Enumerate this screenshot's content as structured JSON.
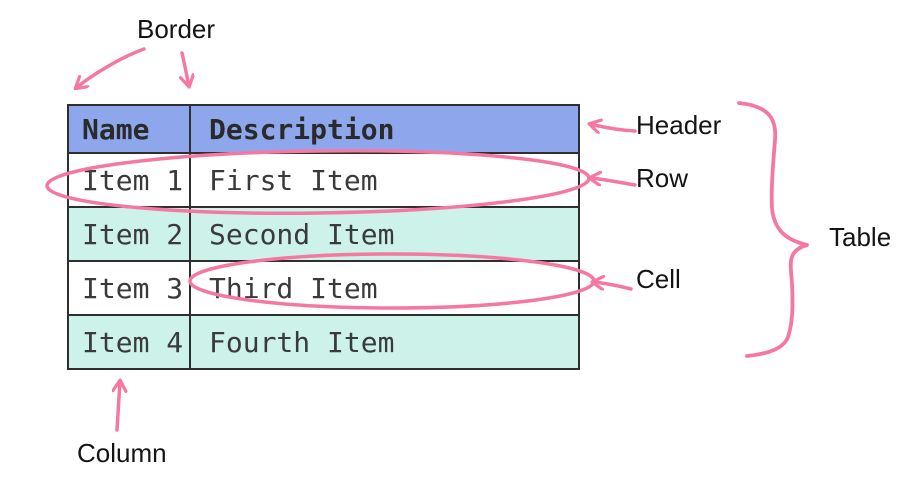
{
  "table": {
    "headers": [
      {
        "label": "Name"
      },
      {
        "label": "Description"
      }
    ],
    "rows": [
      {
        "name": "Item 1",
        "description": "First Item"
      },
      {
        "name": "Item 2",
        "description": "Second Item"
      },
      {
        "name": "Item 3",
        "description": "Third Item"
      },
      {
        "name": "Item 4",
        "description": "Fourth Item"
      }
    ]
  },
  "annotations": {
    "border": {
      "label": "Border"
    },
    "header": {
      "label": "Header"
    },
    "row": {
      "label": "Row"
    },
    "cell": {
      "label": "Cell"
    },
    "table": {
      "label": "Table"
    },
    "column": {
      "label": "Column"
    }
  },
  "colors": {
    "header_fill": "#8EA7EC",
    "row_fill": "#FFFFFF",
    "row_alt_fill": "#CDF2EA",
    "table_border": "#2F2F2F",
    "table_text": "#3A3A3A",
    "label_text": "#141414",
    "annotation_pink": "#F478A0",
    "background": "#FFFFFF"
  }
}
